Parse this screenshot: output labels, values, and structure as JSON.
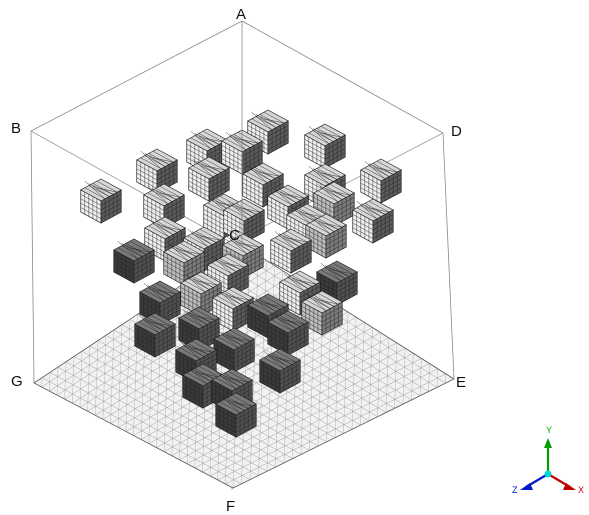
{
  "scene": {
    "corner_labels": {
      "A": "A",
      "B": "B",
      "C": "C",
      "D": "D",
      "E": "E",
      "F": "F",
      "G": "G"
    }
  },
  "axis_triad": {
    "labels": {
      "x": "X",
      "y": "Y",
      "z": "Z"
    },
    "colors": {
      "x": "#c00000",
      "y": "#00a000",
      "z": "#0018c8",
      "origin": "#00d8d8"
    }
  },
  "style": {
    "block_top": "#d6d6d6",
    "block_left": "#f0f0f0",
    "block_right": "#5a5a5a",
    "grid_line": "#222222",
    "mesh_line": "#8a8a8a",
    "edge_line": "#999999"
  }
}
